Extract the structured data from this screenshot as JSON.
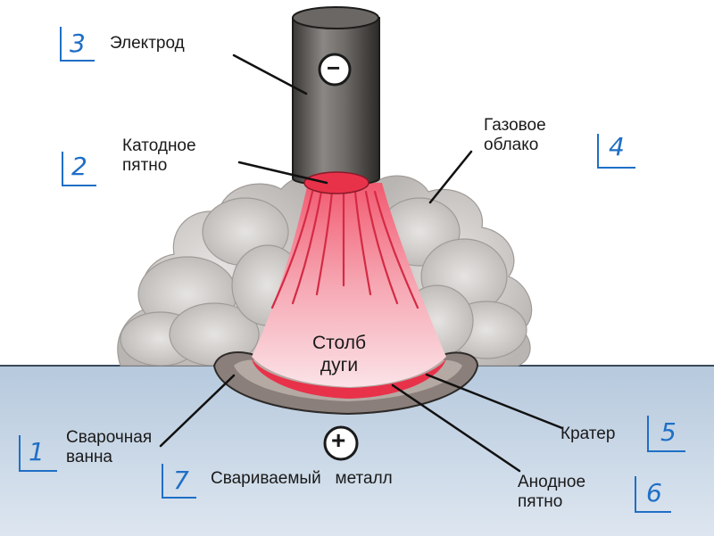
{
  "labels": {
    "electrode": "Электрод",
    "cathode_spot": "Катодное\nпятно",
    "gas_cloud": "Газовое\nоблако",
    "arc_column": "Столб\nдуги",
    "weld_pool": "Сварочная\nванна",
    "crater": "Кратер",
    "base_metal": "Свариваемый   металл",
    "anode_spot": "Анодное\nпятно",
    "minus_sign": "−",
    "plus_sign": "+"
  },
  "numbers": {
    "electrode": "3",
    "cathode_spot": "2",
    "gas_cloud": "4",
    "weld_pool": "1",
    "crater": "5",
    "base_metal": "7",
    "anode_spot": "6"
  },
  "colors": {
    "number_blue": "#1f6fc6",
    "metal_blue": "#c7d6e6",
    "arc_red": "#e8324a",
    "arc_pink": "#f7c9cf",
    "cloud_gray": "#c9c6c4",
    "electrode_gray": "#5c5a58"
  }
}
